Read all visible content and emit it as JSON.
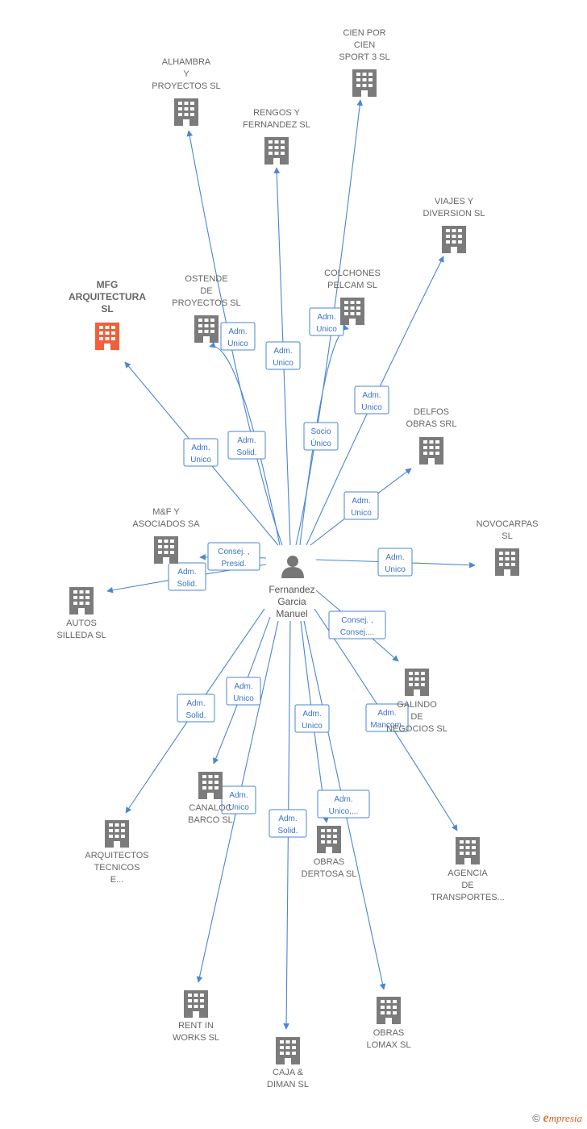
{
  "colors": {
    "edge": "#4a86d4",
    "building": "#7b7b7b",
    "building_focus": "#f0603a",
    "person": "#777777"
  },
  "person": {
    "lines": [
      "Fernandez",
      "Garcia",
      "Manuel"
    ],
    "icon": "person-icon"
  },
  "companies": [
    {
      "id": "mfg",
      "lines": [
        "MFG",
        "ARQUITECTURA",
        "SL"
      ],
      "focus": true
    },
    {
      "id": "alhambra",
      "lines": [
        "ALHAMBRA",
        "Y",
        "PROYECTOS SL"
      ]
    },
    {
      "id": "rengos",
      "lines": [
        "RENGOS Y",
        "FERNANDEZ SL"
      ]
    },
    {
      "id": "cienporcien",
      "lines": [
        "CIEN POR",
        "CIEN",
        "SPORT 3 SL"
      ]
    },
    {
      "id": "viajes",
      "lines": [
        "VIAJES Y",
        "DIVERSION SL"
      ]
    },
    {
      "id": "ostende",
      "lines": [
        "OSTENDE",
        "DE",
        "PROYECTOS SL"
      ]
    },
    {
      "id": "colchones",
      "lines": [
        "COLCHONES",
        "PELCAM SL"
      ]
    },
    {
      "id": "delfos",
      "lines": [
        "DELFOS",
        "OBRAS SRL"
      ]
    },
    {
      "id": "novocarpas",
      "lines": [
        "NOVOCARPAS",
        "SL"
      ]
    },
    {
      "id": "mfasociados",
      "lines": [
        "M&F Y",
        "ASOCIADOS SA"
      ]
    },
    {
      "id": "autos",
      "lines": [
        "AUTOS",
        "SILLEDA  SL"
      ]
    },
    {
      "id": "galindo",
      "lines": [
        "GALINDO",
        "DE",
        "NEGOCIOS SL"
      ]
    },
    {
      "id": "canaloc",
      "lines": [
        "CANALOC",
        "BARCO SL"
      ]
    },
    {
      "id": "arquitectos",
      "lines": [
        "ARQUITECTOS",
        "TECNICOS",
        "E..."
      ]
    },
    {
      "id": "obrasdertosa",
      "lines": [
        "OBRAS",
        "DERTOSA SL"
      ]
    },
    {
      "id": "agencia",
      "lines": [
        "AGENCIA",
        "DE",
        "TRANSPORTES..."
      ]
    },
    {
      "id": "rentin",
      "lines": [
        "RENT IN",
        "WORKS  SL"
      ]
    },
    {
      "id": "caja",
      "lines": [
        "CAJA &",
        "DIMAN  SL"
      ]
    },
    {
      "id": "obraslomax",
      "lines": [
        "OBRAS",
        "LOMAX  SL"
      ]
    }
  ],
  "edges": [
    {
      "to": "mfg",
      "lines": [
        "Adm.",
        "Unico"
      ]
    },
    {
      "to": "alhambra",
      "lines": [
        "Adm.",
        "Solid."
      ]
    },
    {
      "to": "rengos",
      "lines": [
        "Adm.",
        "Unico"
      ]
    },
    {
      "to": "cienporcien",
      "lines": [
        "Socio",
        "Único"
      ]
    },
    {
      "to": "viajes",
      "lines": [
        "Adm.",
        "Unico"
      ]
    },
    {
      "to": "ostende",
      "lines": [
        "Adm.",
        "Unico"
      ]
    },
    {
      "to": "colchones",
      "lines": [
        "Adm.",
        "Unico"
      ]
    },
    {
      "to": "delfos",
      "lines": [
        "Adm.",
        "Unico"
      ]
    },
    {
      "to": "novocarpas",
      "lines": [
        "Adm.",
        "Unico"
      ]
    },
    {
      "to": "mfasociados",
      "lines": [
        "Consej. ,",
        "Presid."
      ]
    },
    {
      "to": "autos",
      "lines": [
        "Adm.",
        "Solid."
      ]
    },
    {
      "to": "galindo",
      "lines": [
        "Consej. ,",
        "Consej...."
      ]
    },
    {
      "to": "canaloc",
      "lines": [
        "Adm.",
        "Unico"
      ]
    },
    {
      "to": "arquitectos",
      "lines": [
        "Adm.",
        "Solid."
      ]
    },
    {
      "to": "obrasdertosa",
      "lines": [
        "Adm.",
        "Unico"
      ]
    },
    {
      "to": "agencia",
      "lines": [
        "Adm.",
        "Mancom."
      ]
    },
    {
      "to": "rentin",
      "lines": [
        "Adm.",
        "Unico"
      ]
    },
    {
      "to": "caja",
      "lines": [
        "Adm.",
        "Solid."
      ]
    },
    {
      "to": "obraslomax",
      "lines": [
        "Adm.",
        "Unico,..."
      ]
    }
  ],
  "footer": {
    "copyright": "©",
    "brand_initial": "e",
    "brand_rest": "mpresia"
  }
}
